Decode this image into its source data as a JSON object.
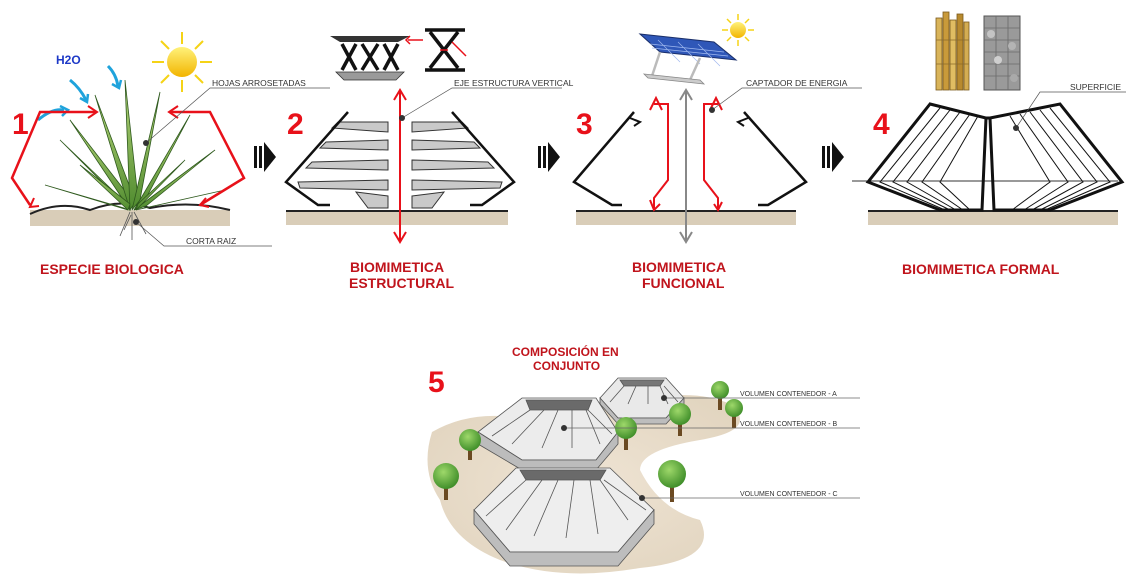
{
  "colors": {
    "accent_red": "#e8111a",
    "caption_red": "#c0141c",
    "water_blue": "#1fa3dc",
    "ground": "#d9cdb8",
    "sun": "#f5d316"
  },
  "steps": [
    {
      "number": "1",
      "caption": [
        "ESPECIE BIOLOGICA"
      ],
      "labels": [
        "HOJAS ARROSETADAS",
        "CORTA RAIZ"
      ],
      "water": "H2O"
    },
    {
      "number": "2",
      "caption": [
        "BIOMIMETICA",
        "ESTRUCTURAL"
      ],
      "labels": [
        "EJE ESTRUCTURA VERTICAL"
      ]
    },
    {
      "number": "3",
      "caption": [
        "BIOMIMETICA",
        "FUNCIONAL"
      ],
      "labels": [
        "CAPTADOR DE ENERGIA"
      ]
    },
    {
      "number": "4",
      "caption": [
        "BIOMIMETICA FORMAL"
      ],
      "labels": [
        "SUPERFICIE"
      ]
    }
  ],
  "composition": {
    "number": "5",
    "title": [
      "COMPOSICIÓN EN",
      "CONJUNTO"
    ],
    "labels": [
      "VOLUMEN CONTENEDOR - A",
      "VOLUMEN CONTENEDOR - B",
      "VOLUMEN CONTENEDOR - C"
    ]
  },
  "icons": [
    "sun-icon",
    "water-arrow-icon",
    "solar-panel-icon",
    "bamboo-icon",
    "gabion-icon",
    "tree-icon",
    "step-arrow-icon"
  ]
}
